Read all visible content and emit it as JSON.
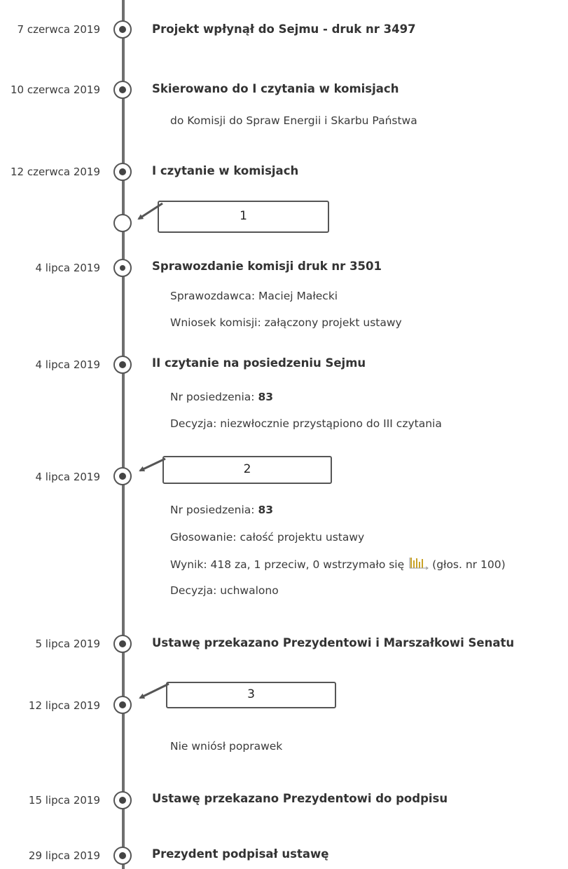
{
  "events": [
    {
      "date": "7 czerwca 2019",
      "title": "Projekt wpłynął do Sejmu - druk nr 3497"
    },
    {
      "date": "10 czerwca 2019",
      "title": "Skierowano do I czytania w komisjach",
      "details": [
        "do Komisji do Spraw Energii i Skarbu Państwa"
      ]
    },
    {
      "date": "12 czerwca 2019",
      "title": "I czytanie w komisjach"
    },
    {
      "date": "4 lipca 2019",
      "title": "Sprawozdanie komisji druk nr 3501",
      "details": [
        "Sprawozdawca: Maciej Małecki",
        "Wniosek komisji: załączony projekt ustawy"
      ]
    },
    {
      "date": "4 lipca 2019",
      "title": "II czytanie na posiedzeniu Sejmu",
      "details": [
        {
          "label": "Nr posiedzenia: ",
          "value": "83"
        },
        "Decyzja: niezwłocznie przystąpiono do III czytania"
      ]
    },
    {
      "date": "4 lipca 2019",
      "details": [
        {
          "label": "Nr posiedzenia: ",
          "value": "83"
        },
        "Głosowanie: całość projektu ustawy",
        {
          "prefix": "Wynik: 418 za, 1 przeciw, 0 wstrzymało się",
          "suffix": "(głos. nr 100)"
        },
        "Decyzja: uchwalono"
      ]
    },
    {
      "date": "5 lipca 2019",
      "title": "Ustawę przekazano Prezydentowi i Marszałkowi Senatu"
    },
    {
      "date": "12 lipca 2019",
      "details": [
        "Nie wniósł poprawek"
      ]
    },
    {
      "date": "15 lipca 2019",
      "title": "Ustawę przekazano Prezydentowi do podpisu"
    },
    {
      "date": "29 lipca 2019",
      "title": "Prezydent podpisał ustawę"
    }
  ],
  "annotations": [
    {
      "label": "1"
    },
    {
      "label": "2"
    },
    {
      "label": "3"
    }
  ],
  "icons": {
    "vote_chart": "bar-chart-icon"
  }
}
